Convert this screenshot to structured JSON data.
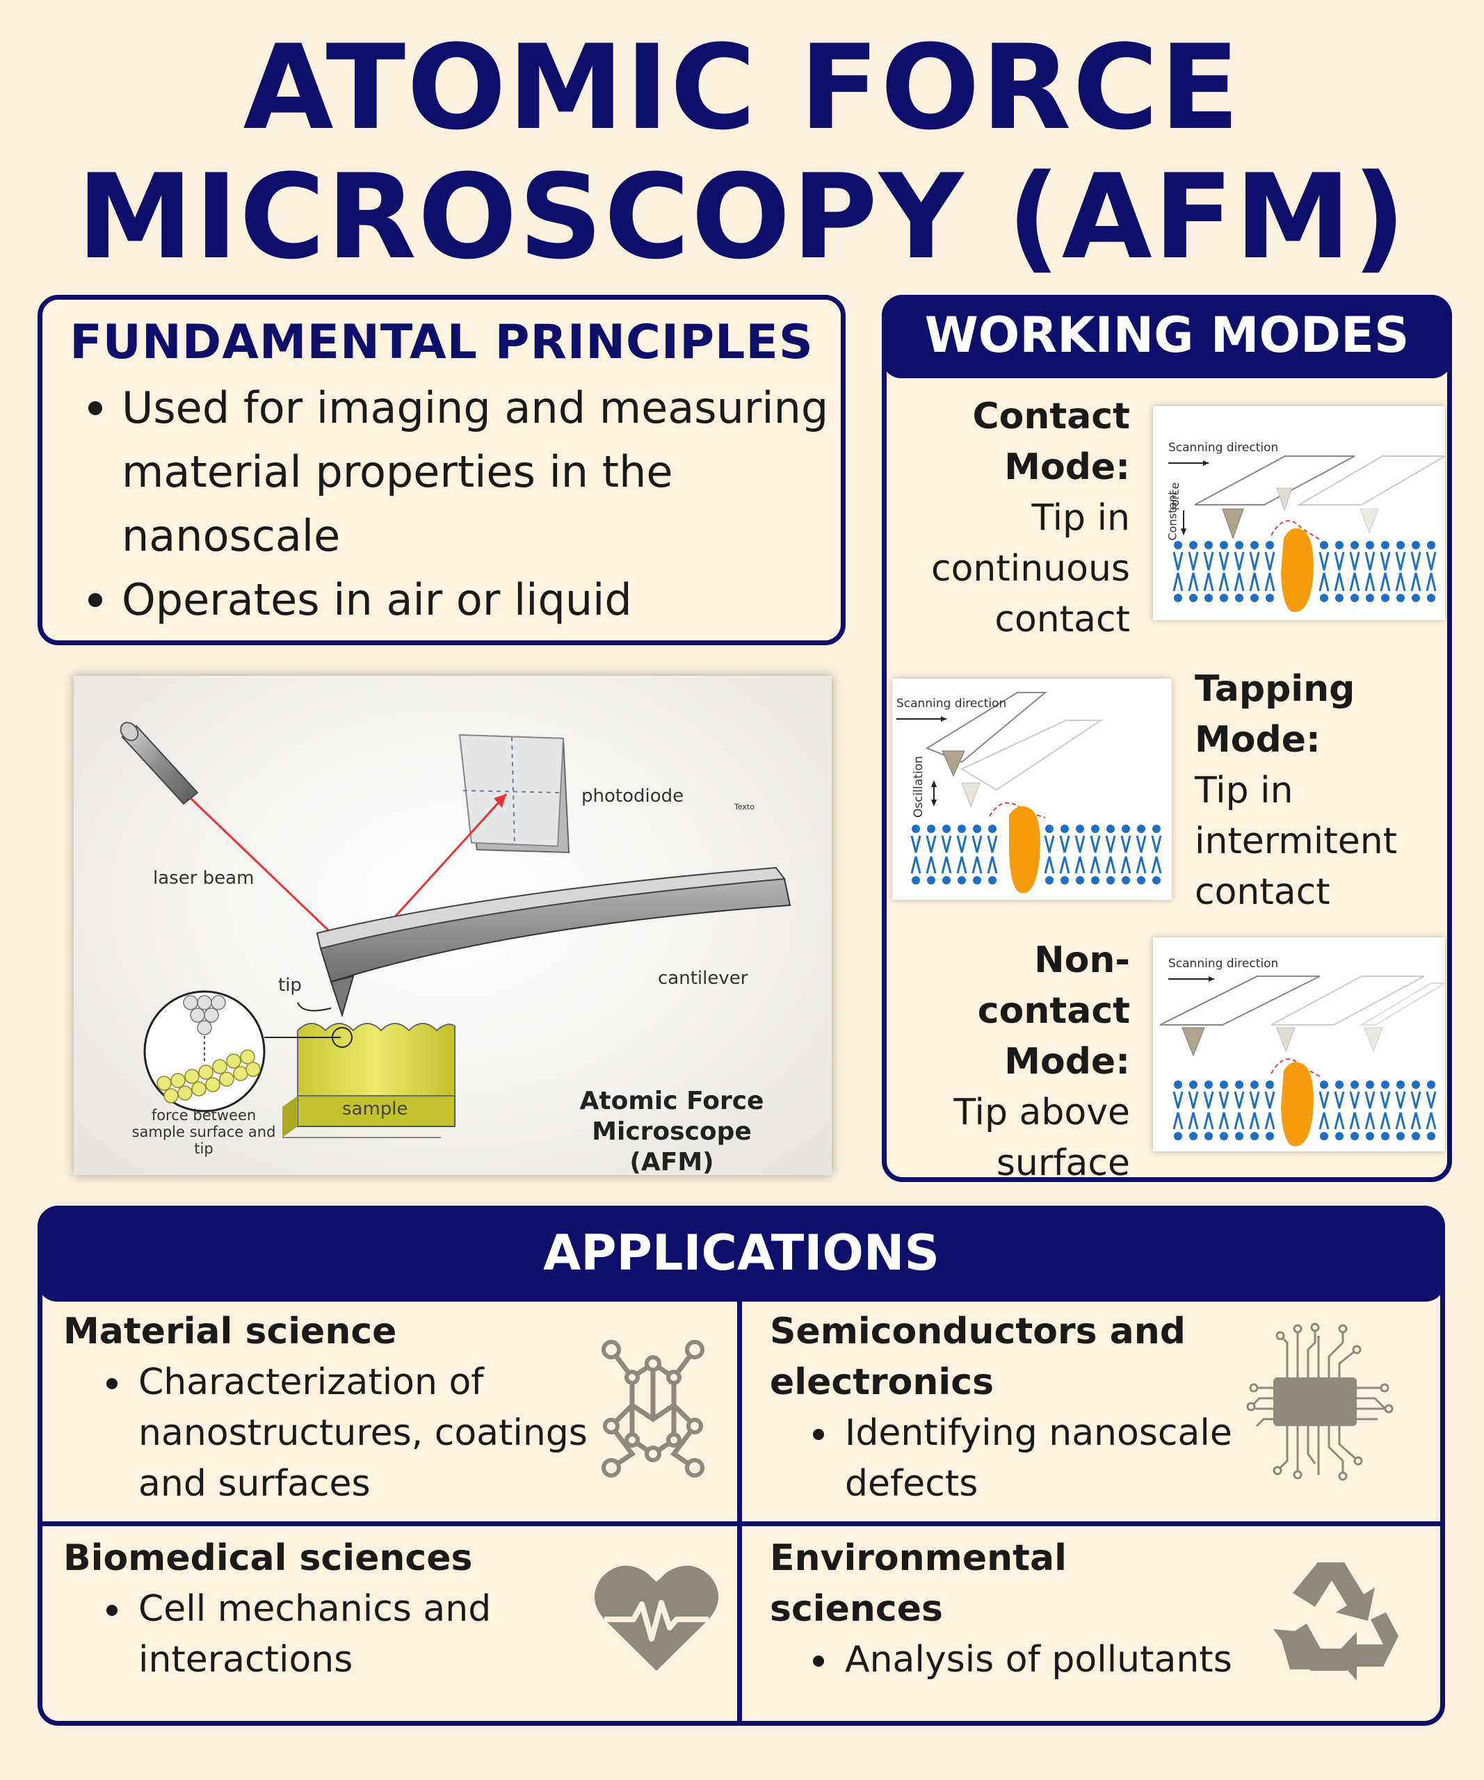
{
  "title": {
    "line1": "ATOMIC FORCE",
    "line2": "MICROSCOPY (AFM)"
  },
  "colors": {
    "navy": "#0d0f6b",
    "background": "#fbf1de",
    "icon_gray": "#8f887d",
    "tip_orange": "#f59b0c",
    "lipid_blue": "#1e6fc4"
  },
  "fundamental": {
    "heading": "FUNDAMENTAL PRINCIPLES",
    "bullets": [
      {
        "lines": [
          "Used for imaging  and measuring",
          "material properties in the",
          "nanoscale"
        ]
      },
      {
        "lines": [
          "Operates in air or liquid"
        ]
      }
    ]
  },
  "afm_diagram": {
    "laser_beam": "laser beam",
    "photodiode": "photodiode",
    "texto": "Texto",
    "tip": "tip",
    "cantilever": "cantilever",
    "sample": "sample",
    "force_line1": "force between",
    "force_line2": "sample surface and tip",
    "caption_line1": "Atomic Force",
    "caption_line2": "Microscope (AFM)"
  },
  "working_modes": {
    "heading": "WORKING MODES",
    "contact": {
      "title1": "Contact",
      "title2": "Mode:",
      "d1": "Tip in",
      "d2": "continuous",
      "d3": "contact",
      "scan": "Scanning direction",
      "force1": "Constant",
      "force2": "force"
    },
    "tapping": {
      "title1": "Tapping",
      "title2": "Mode:",
      "d1": "Tip in",
      "d2": "intermitent",
      "d3": "contact",
      "scan": "Scanning direction",
      "osc": "Oscillation"
    },
    "noncontact": {
      "title1": "Non-contact",
      "title2": "Mode:",
      "d1": "Tip above",
      "d2": "surface",
      "scan": "Scanning direction"
    }
  },
  "applications": {
    "heading": "APPLICATIONS",
    "material": {
      "title": "Material science",
      "lines": [
        "Characterization of",
        "nanostructures, coatings",
        "and surfaces"
      ],
      "icon": "molecule-network-icon"
    },
    "semi": {
      "title1": "Semiconductors and",
      "title2": "electronics",
      "lines": [
        "Identifying nanoscale",
        "defects"
      ],
      "icon": "microchip-icon"
    },
    "bio": {
      "title": "Biomedical sciences",
      "lines": [
        "Cell mechanics and",
        "interactions"
      ],
      "icon": "heartbeat-icon"
    },
    "env": {
      "title1": "Environmental",
      "title2": "sciences",
      "lines": [
        "Analysis of pollutants"
      ],
      "icon": "recycle-icon"
    }
  }
}
